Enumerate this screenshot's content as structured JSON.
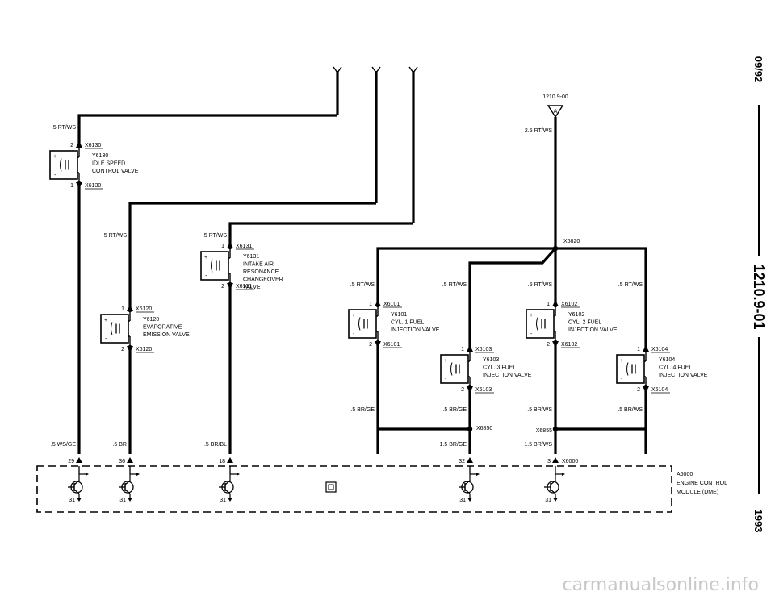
{
  "margin": {
    "date": "09/92",
    "doc_number": "1210.9-01",
    "year": "1993"
  },
  "watermark": "carmanualsonline.info",
  "ref": {
    "code": "1210.9-00",
    "marker": "A",
    "wire": "2.5 RT/WS"
  },
  "idle_valve": {
    "wire_top": ".5 RT/WS",
    "pin_top": "2",
    "conn_top": "X6130",
    "id": "Y6130",
    "name1": "IDLE SPEED",
    "name2": "CONTROL VALVE",
    "pin_bot": "1",
    "conn_bot": "X6130",
    "wire_bot": ".5 WS/GE",
    "dme_pin": "29"
  },
  "evap_valve": {
    "wire_top": ".5 RT/WS",
    "pin_top": "1",
    "conn_top": "X6120",
    "id": "Y6120",
    "name1": "EVAPORATIVE",
    "name2": "EMISSION VALVE",
    "pin_bot": "2",
    "conn_bot": "X6120",
    "wire_bot": ".5 BR",
    "dme_pin": "36"
  },
  "intake_valve": {
    "wire_top": ".5 RT/WS",
    "pin_top": "1",
    "conn_top": "X6131",
    "id": "Y6131",
    "name1": "INTAKE AIR",
    "name2": "RESONANCE",
    "name3": "CHANGEOVER",
    "name4": "VALVE",
    "pin_bot": "2",
    "conn_bot": "X6131",
    "wire_bot": ".5 BR/BL",
    "dme_pin": "18"
  },
  "splice_top": "X6820",
  "inj1": {
    "wire_top": ".5 RT/WS",
    "pin_top": "1",
    "conn_top": "X6101",
    "id": "Y6101",
    "name1": "CYL. 1 FUEL",
    "name2": "INJECTION VALVE",
    "pin_bot": "2",
    "conn_bot": "X6101",
    "wire_bot": ".5 BR/GE"
  },
  "inj3": {
    "wire_top": ".5 RT/WS",
    "pin_top": "1",
    "conn_top": "X6103",
    "id": "Y6103",
    "name1": "CYL. 3 FUEL",
    "name2": "INJECTION VALVE",
    "pin_bot": "2",
    "conn_bot": "X6103",
    "wire_bot": ".5 BR/GE"
  },
  "inj2": {
    "wire_top": ".5 RT/WS",
    "pin_top": "1",
    "conn_top": "X6102",
    "id": "Y6102",
    "name1": "CYL. 2 FUEL",
    "name2": "INJECTION VALVE",
    "pin_bot": "2",
    "conn_bot": "X6102",
    "wire_bot": ".5 BR/WS"
  },
  "inj4": {
    "wire_top": ".5 RT/WS",
    "pin_top": "1",
    "conn_top": "X6104",
    "id": "Y6104",
    "name1": "CYL. 4 FUEL",
    "name2": "INJECTION VALVE",
    "pin_bot": "2",
    "conn_bot": "X6104",
    "wire_bot": ".5 BR/WS"
  },
  "splice_left": {
    "conn": "X6850",
    "wire": "1.5 BR/GE",
    "dme_pin": "32"
  },
  "splice_right": {
    "conn": "X6855",
    "wire": "1.5 BR/WS",
    "dme_pin": "3",
    "dme_conn": "X6000"
  },
  "dme": {
    "id": "A6000",
    "name1": "ENGINE CONTROL",
    "name2": "MODULE (DME)",
    "ground": "31"
  }
}
